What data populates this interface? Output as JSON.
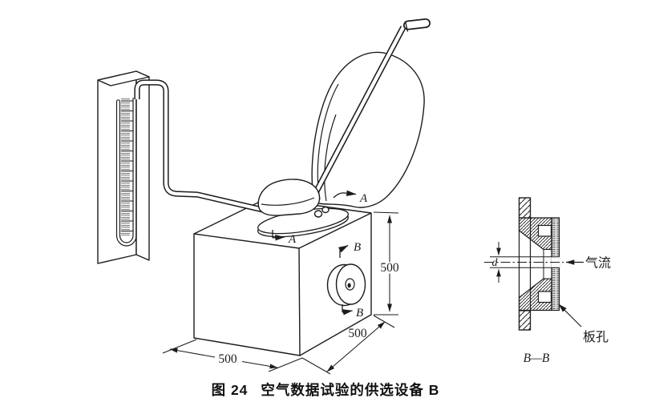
{
  "figure_caption": {
    "label": "图 24",
    "title": "空气数据试验的供选设备 B"
  },
  "pictorial_view": {
    "dimensions": {
      "height": "500",
      "width": "500",
      "depth": "500"
    },
    "section_markers": {
      "a_upper": "A",
      "a_lower": "A",
      "b_upper": "B",
      "b_lower": "B"
    }
  },
  "section_view": {
    "label": "B—B",
    "orifice_diameter_label": "d",
    "airflow_label": "气流",
    "plate_hole_label": "板孔"
  },
  "colors": {
    "line": "#1c1c1c",
    "background": "#ffffff"
  }
}
